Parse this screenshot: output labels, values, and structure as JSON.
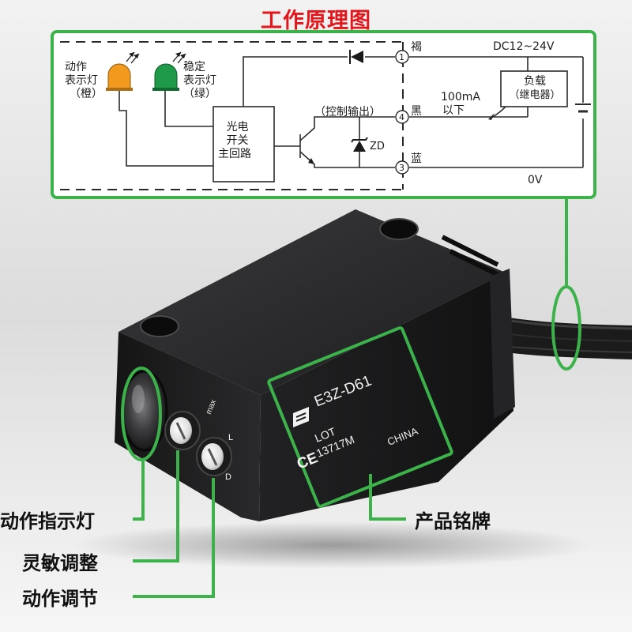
{
  "title": "工作原理图",
  "diagram": {
    "action_indicator": [
      "动作",
      "表示灯",
      "（橙）"
    ],
    "stable_indicator": [
      "稳定",
      "表示灯",
      "（绿）"
    ],
    "main_circuit": [
      "光电",
      "开关",
      "主回路"
    ],
    "control_output": "（控制输出）",
    "zener": "ZD",
    "terminals": [
      {
        "num": "1",
        "wire": "褐"
      },
      {
        "num": "4",
        "wire": "黑"
      },
      {
        "num": "3",
        "wire": "蓝"
      }
    ],
    "supply": "DC12~24V",
    "zero_volt": "0V",
    "current": [
      "100mA",
      "以下"
    ],
    "load": [
      "负载",
      "（继电器）"
    ]
  },
  "nameplate": {
    "model": "E3Z-D61",
    "lot": "LOT",
    "lot_code": "13717M",
    "country": "CHINA",
    "ce": "CE",
    "knob_max": "max",
    "knob_l": "L",
    "knob_d": "D"
  },
  "callouts": {
    "indicator": "动作指示灯",
    "sensitivity": "灵敏调整",
    "mode": "动作调节",
    "nameplate": "产品铭牌"
  },
  "colors": {
    "title_red": "#e4161b",
    "frame_green": "#3bb34a",
    "orange_led": "#f39a1e",
    "green_led": "#1f9a4a"
  }
}
